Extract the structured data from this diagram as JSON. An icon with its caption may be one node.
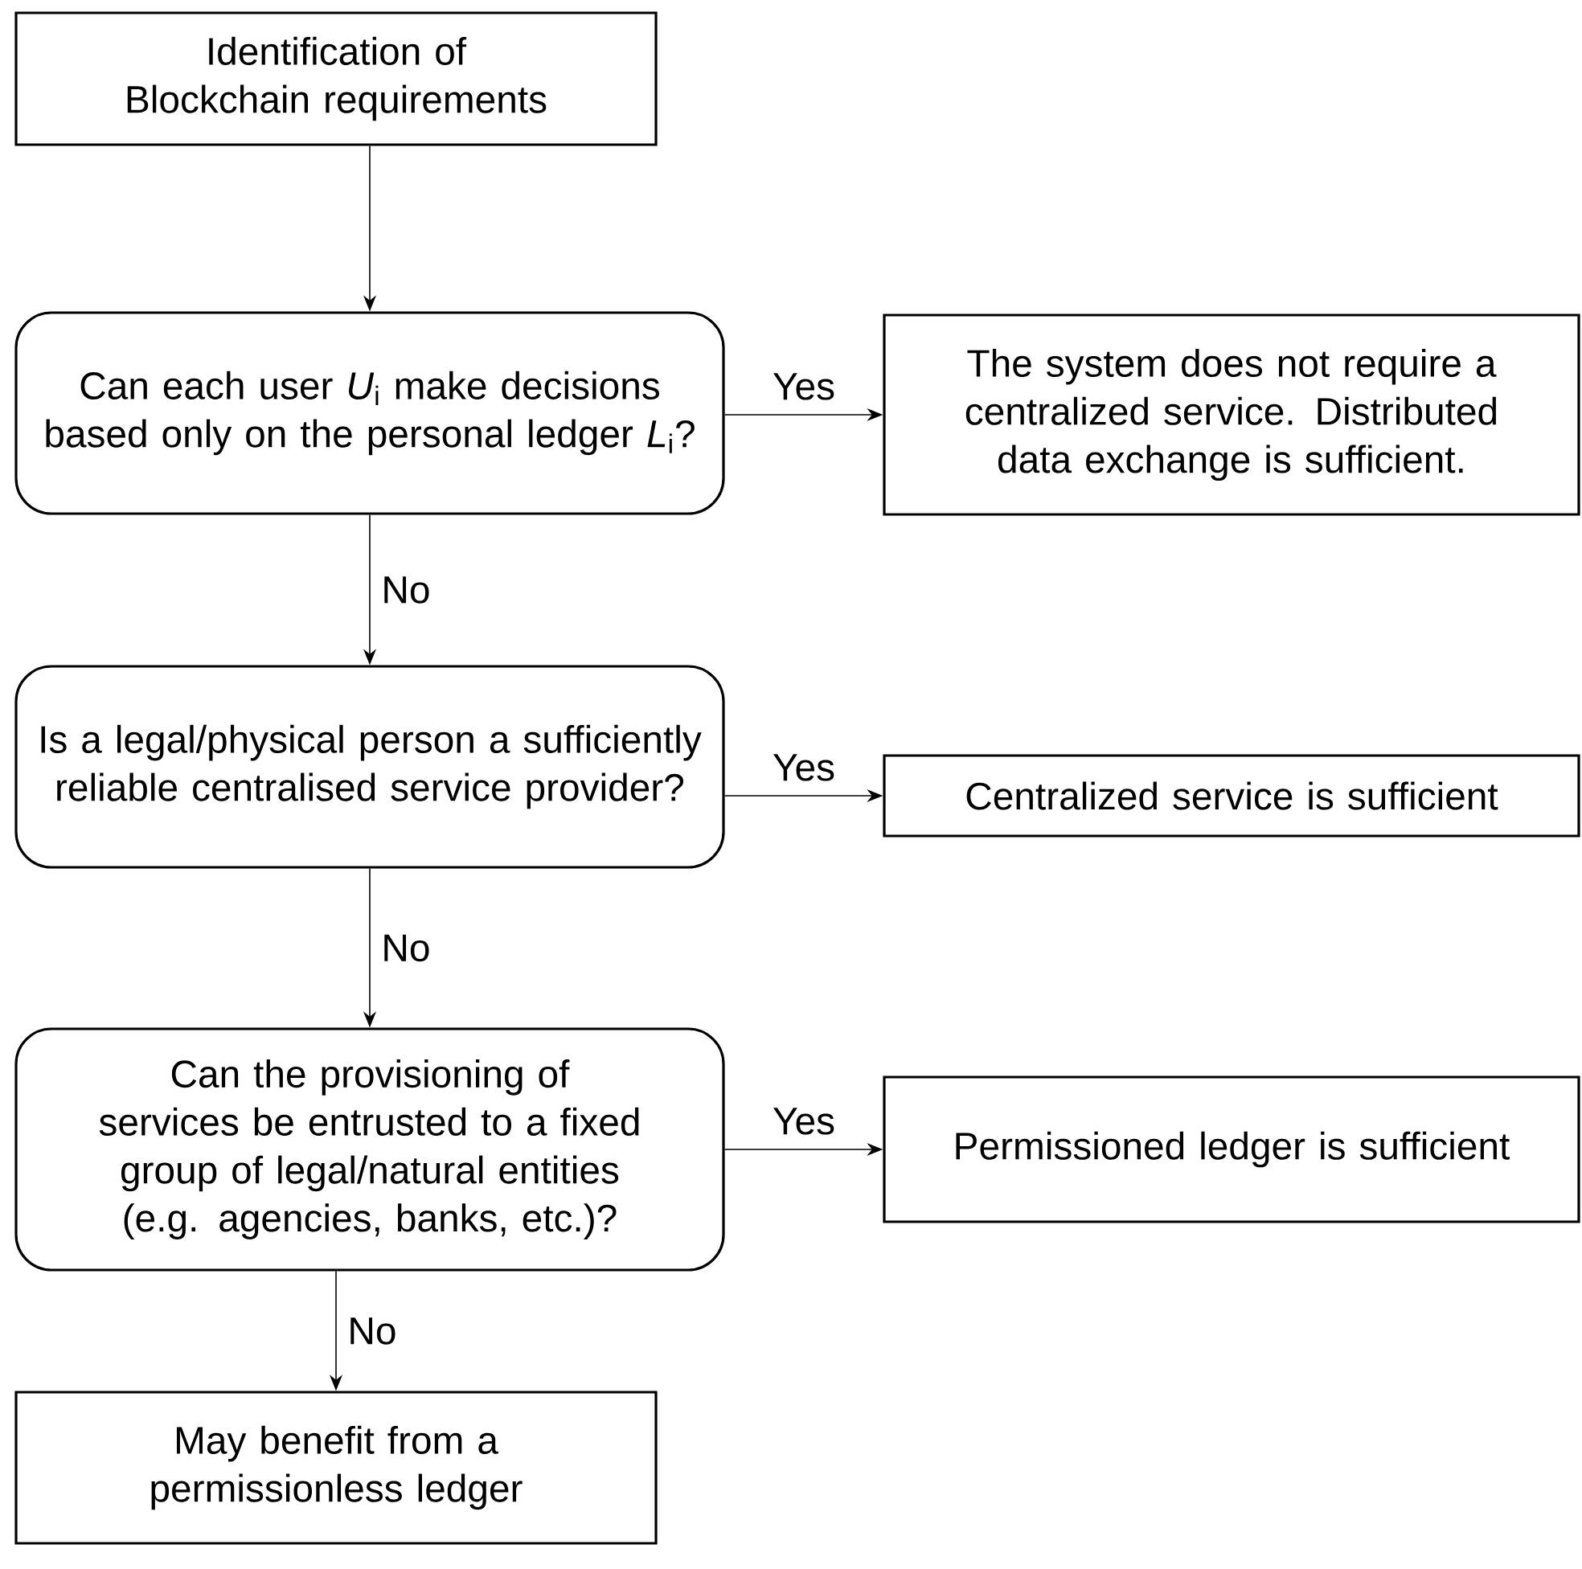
{
  "diagram": {
    "nodes": [
      {
        "text": [
          "Identification of Blockchain requirements"
        ]
      },
      {
        "text": [
          "Can each user *U*$_{i}$ make decisions based only on the personal ledger *L*$_{i}$?"
        ]
      },
      {
        "text": [
          "The system does not require a centralized service. Distributed data exchange is sufficient."
        ]
      },
      {
        "text": [
          "Is a legal/physical person a sufficiently reliable centralised service provider?"
        ]
      },
      {
        "text": [
          "Centralized service is sufficient"
        ]
      },
      {
        "text": [
          "Can the provisioning of services be entrusted to a fixed group of legal/natural entities (e.g. agencies, banks, etc.)?"
        ]
      },
      {
        "text": [
          "Permissioned ledger is sufficient"
        ]
      },
      {
        "text": [
          "May benefit from a permissionless ledger"
        ]
      }
    ],
    "edges": [
      {
        "from": 0,
        "to": 1,
        "arrow": "to"
      },
      {
        "from": 1,
        "to": 2,
        "arrow": "to",
        "label": "Yes"
      },
      {
        "from": 1,
        "to": 3,
        "arrow": "to",
        "label": "No"
      },
      {
        "from": 3,
        "to": 4,
        "arrow": "to",
        "label": "Yes"
      },
      {
        "from": 3,
        "to": 5,
        "arrow": "to",
        "label": "No"
      },
      {
        "from": 5,
        "to": 6,
        "arrow": "to",
        "label": "Yes"
      },
      {
        "from": 5,
        "to": 7,
        "arrow": "to",
        "label": "No"
      }
    ]
  }
}
